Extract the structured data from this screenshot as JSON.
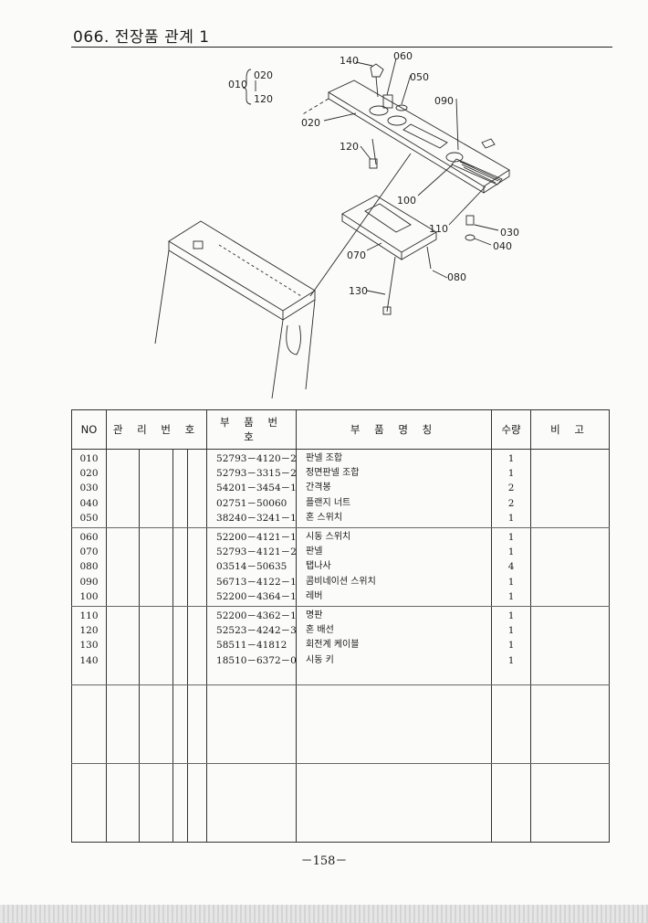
{
  "header": {
    "title": "066. 전장품 관계 1"
  },
  "diagram": {
    "labels": {
      "l010": "010",
      "l020a": "020",
      "l120a": "120",
      "l140": "140",
      "l060": "060",
      "l050": "050",
      "l090": "090",
      "l020": "020",
      "l120": "120",
      "l100": "100",
      "l110": "110",
      "l030": "030",
      "l040": "040",
      "l070": "070",
      "l080": "080",
      "l130": "130"
    }
  },
  "table": {
    "headers": {
      "no": "NO",
      "mgmt": "관 리 번 호",
      "part_no": "부 품 번 호",
      "name": "부 품 명 칭",
      "qty": "수량",
      "remark": "비 고"
    },
    "groups": [
      {
        "rows": [
          {
            "no": "010",
            "part": "52793－4120－2",
            "name": "판넬 조합",
            "qty": "1"
          },
          {
            "no": "020",
            "part": "52793－3315－2",
            "name": "정면판넬 조합",
            "qty": "1"
          },
          {
            "no": "030",
            "part": "54201－3454－1",
            "name": "간격봉",
            "qty": "2"
          },
          {
            "no": "040",
            "part": "02751－50060",
            "name": "플랜지 너트",
            "qty": "2"
          },
          {
            "no": "050",
            "part": "38240－3241－1",
            "name": "혼 스위치",
            "qty": "1"
          }
        ]
      },
      {
        "rows": [
          {
            "no": "060",
            "part": "52200－4121－1",
            "name": "시동 스위치",
            "qty": "1"
          },
          {
            "no": "070",
            "part": "52793－4121－2",
            "name": "판넬",
            "qty": "1"
          },
          {
            "no": "080",
            "part": "03514－50635",
            "name": "탭나사",
            "qty": "4"
          },
          {
            "no": "090",
            "part": "56713－4122－1",
            "name": "콤비네이션 스위치",
            "qty": "1"
          },
          {
            "no": "100",
            "part": "52200－4364－1",
            "name": "레버",
            "qty": "1"
          }
        ]
      },
      {
        "rows": [
          {
            "no": "110",
            "part": "52200－4362－1",
            "name": "명판",
            "qty": "1"
          },
          {
            "no": "120",
            "part": "52523－4242－3",
            "name": "혼 배선",
            "qty": "1"
          },
          {
            "no": "130",
            "part": "58511－41812",
            "name": "회전계 케이블",
            "qty": "1"
          },
          {
            "no": "140",
            "part": "18510－6372－0",
            "name": "시동 키",
            "qty": "1"
          }
        ]
      }
    ]
  },
  "page_number": "－158－"
}
